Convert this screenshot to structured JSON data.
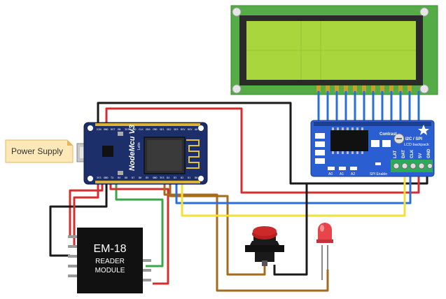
{
  "power_supply": {
    "label": "Power Supply"
  },
  "nodemcu": {
    "logo": "NodeMcu V3",
    "vendor": "Lolin",
    "top_pins": [
      "VIN",
      "GND",
      "RST",
      "EN",
      "3V3",
      "GND",
      "CLK",
      "SD0",
      "CMD",
      "SD1",
      "SD2",
      "SD3",
      "RSV",
      "RSV",
      "A0"
    ],
    "bottom_pins": [
      "3V3",
      "GND",
      "TX",
      "RX",
      "D8",
      "D7",
      "D6",
      "D5",
      "GND",
      "3V3",
      "D4",
      "D3",
      "D2",
      "D1",
      "D0"
    ]
  },
  "rfid_module": {
    "line1": "EM-18",
    "line2": "READER",
    "line3": "MODULE"
  },
  "lcd_backpack": {
    "contrast_label": "Contrast",
    "title": "I2C / SPI",
    "subtitle": "LCD backpack",
    "pins": [
      "LAT",
      "DAT",
      "CLK",
      "5V",
      "GND"
    ],
    "addr_labels": [
      "A0",
      "A1",
      "A2"
    ],
    "spi_label": "SPI Enable"
  },
  "colors": {
    "wire_red": "#d32f2f",
    "wire_black": "#1a1a1a",
    "wire_blue": "#2c6fd6",
    "wire_yellow": "#f2e03a",
    "wire_green": "#3aa64a",
    "wire_brown": "#a56a1e",
    "lcd_screen": "#a9d63c",
    "board_blue": "#1d2f6b",
    "backpack_blue": "#2b5fd1",
    "led_red": "#e8454a",
    "button_red": "#cc2a2a"
  }
}
